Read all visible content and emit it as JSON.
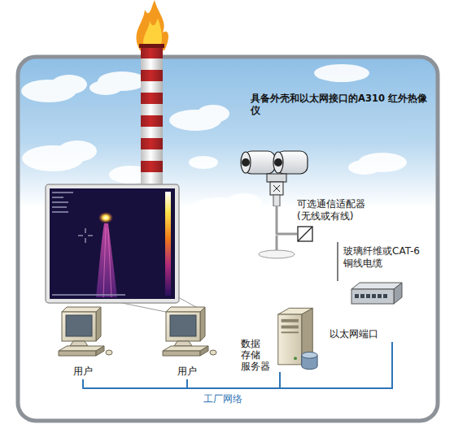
{
  "diagram": {
    "nodes": [
      {
        "text": [
          "具备外壳和以太网接口的A310 红外热像仪"
        ]
      },
      {
        "text": [
          "可选通信适配器 (无线或有线)"
        ]
      },
      {
        "text": [
          "以太网端口"
        ]
      },
      {
        "text": [
          "数据 存储 服务器"
        ]
      },
      {
        "text": [
          "用户"
        ]
      },
      {
        "text": [
          "用户"
        ]
      }
    ],
    "edges": [
      {
        "from": 0,
        "to": 1,
        "arrow": "none"
      },
      {
        "from": 1,
        "to": 2,
        "arrow": "none"
      },
      {
        "from": 2,
        "to": 3,
        "arrow": "none"
      },
      {
        "from": 2,
        "to": 5,
        "arrow": "none"
      },
      {
        "from": 2,
        "to": 4,
        "arrow": "none"
      }
    ],
    "labels": [
      "玻璃纤维或CAT-6 铜线电缆",
      "工厂网络"
    ]
  }
}
